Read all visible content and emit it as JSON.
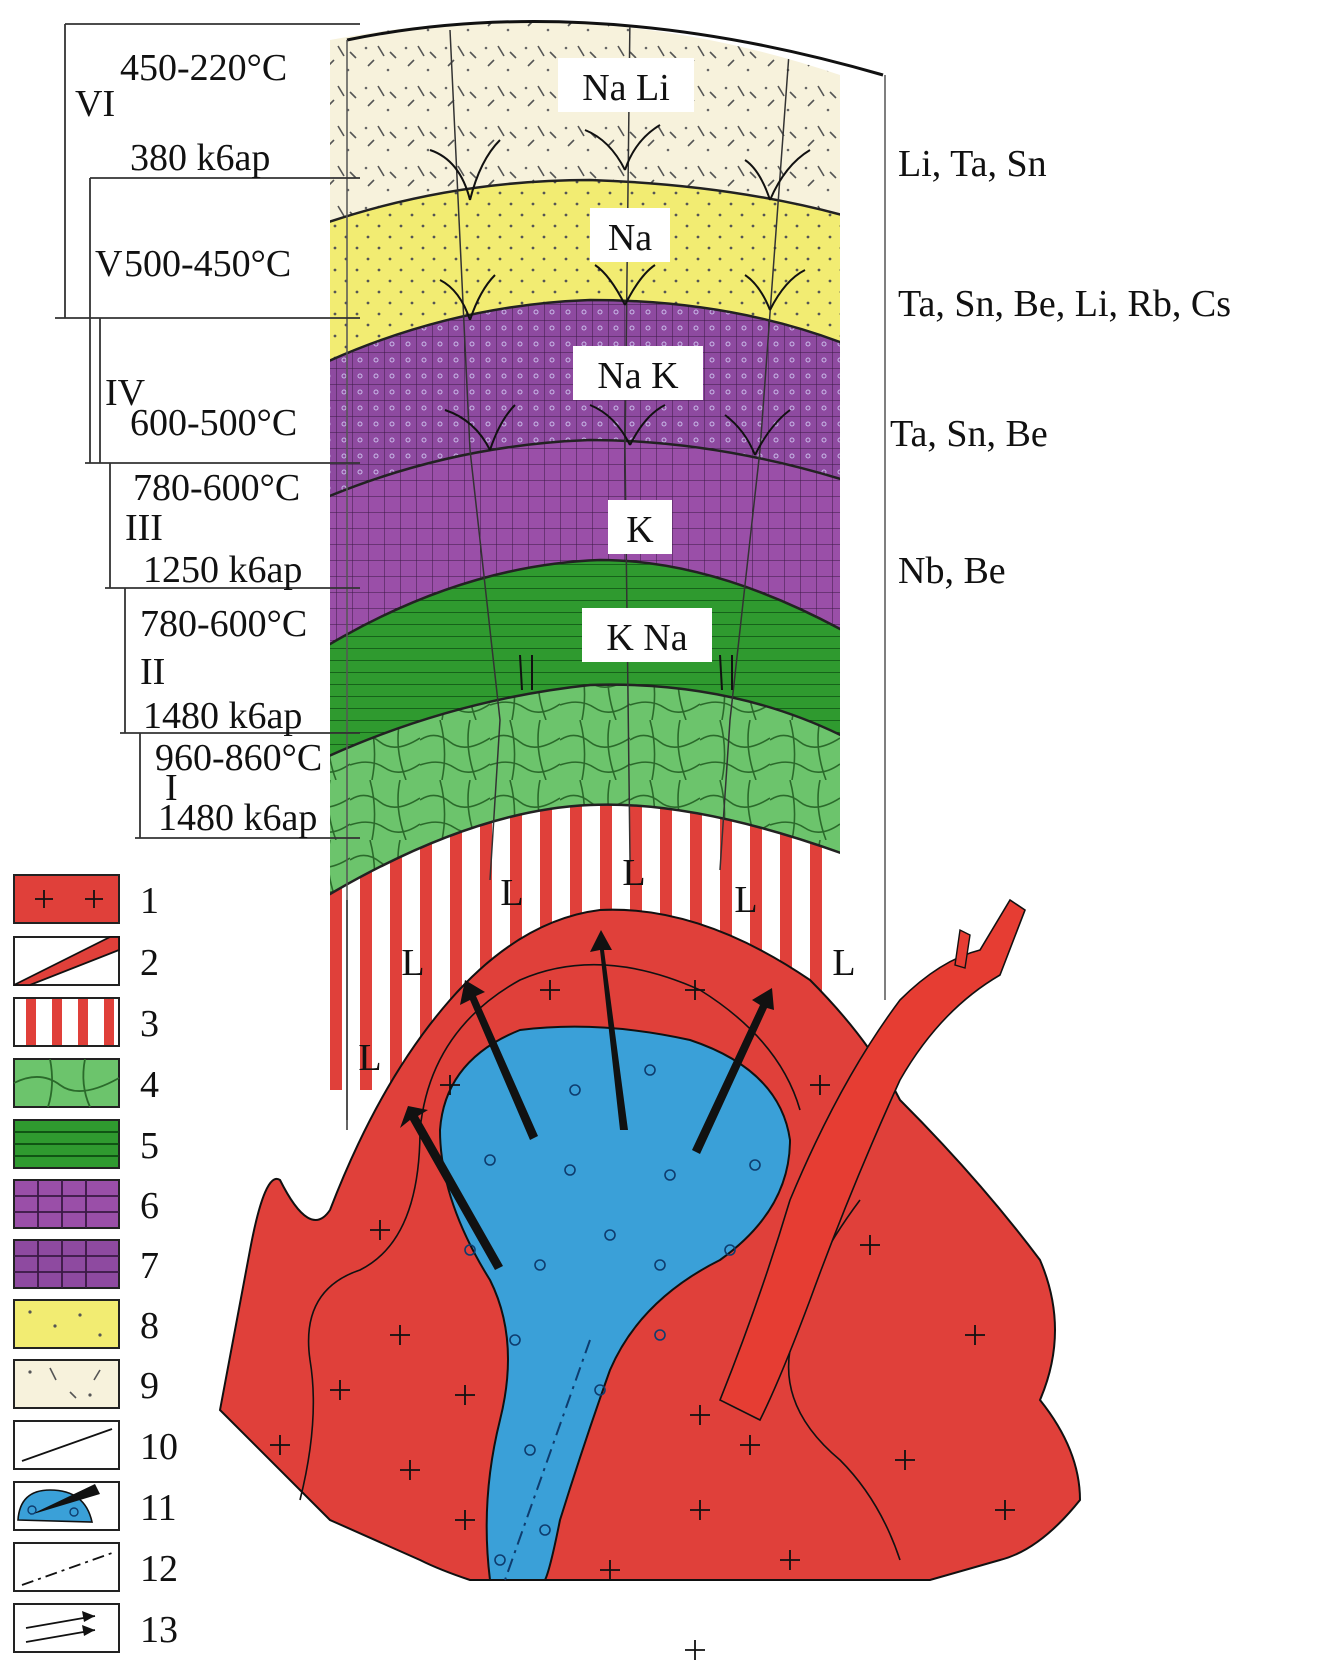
{
  "stages": [
    {
      "numeral": "VI",
      "upper": "450-220°C",
      "lower": "380 k6ap"
    },
    {
      "numeral": "V",
      "upper": "500-450°C",
      "lower": ""
    },
    {
      "numeral": "IV",
      "upper": "600-500°C",
      "lower": ""
    },
    {
      "numeral": "III",
      "upper": "780-600°C",
      "lower": "1250 k6ap"
    },
    {
      "numeral": "II",
      "upper": "780-600°C",
      "lower": "1480 k6ap"
    },
    {
      "numeral": "I",
      "upper": "960-860°C",
      "lower": "1480 k6ap"
    }
  ],
  "zones": [
    "Na Li",
    "Na",
    "Na K",
    "K",
    "K Na"
  ],
  "pegmatite_mark": "L",
  "elements": [
    "Li, Ta, Sn",
    "Ta, Sn, Be, Li, Rb, Cs",
    "Ta, Sn, Be",
    "Nb, Be"
  ],
  "legend": [
    "1",
    "2",
    "3",
    "4",
    "5",
    "6",
    "7",
    "8",
    "9",
    "10",
    "11",
    "12",
    "13"
  ],
  "colors": {
    "granite_red": "#e0403a",
    "dike_red": "#e63d33",
    "melt_blue": "#3aa0d8",
    "zone4_green": "#6cc46c",
    "zone5_green": "#2f9a2f",
    "zone6_purple": "#9a4fa8",
    "zone7_purple": "#8e4aa0",
    "zone8_yellow": "#f2ec72",
    "zone9_cream": "#f7f2dc"
  }
}
